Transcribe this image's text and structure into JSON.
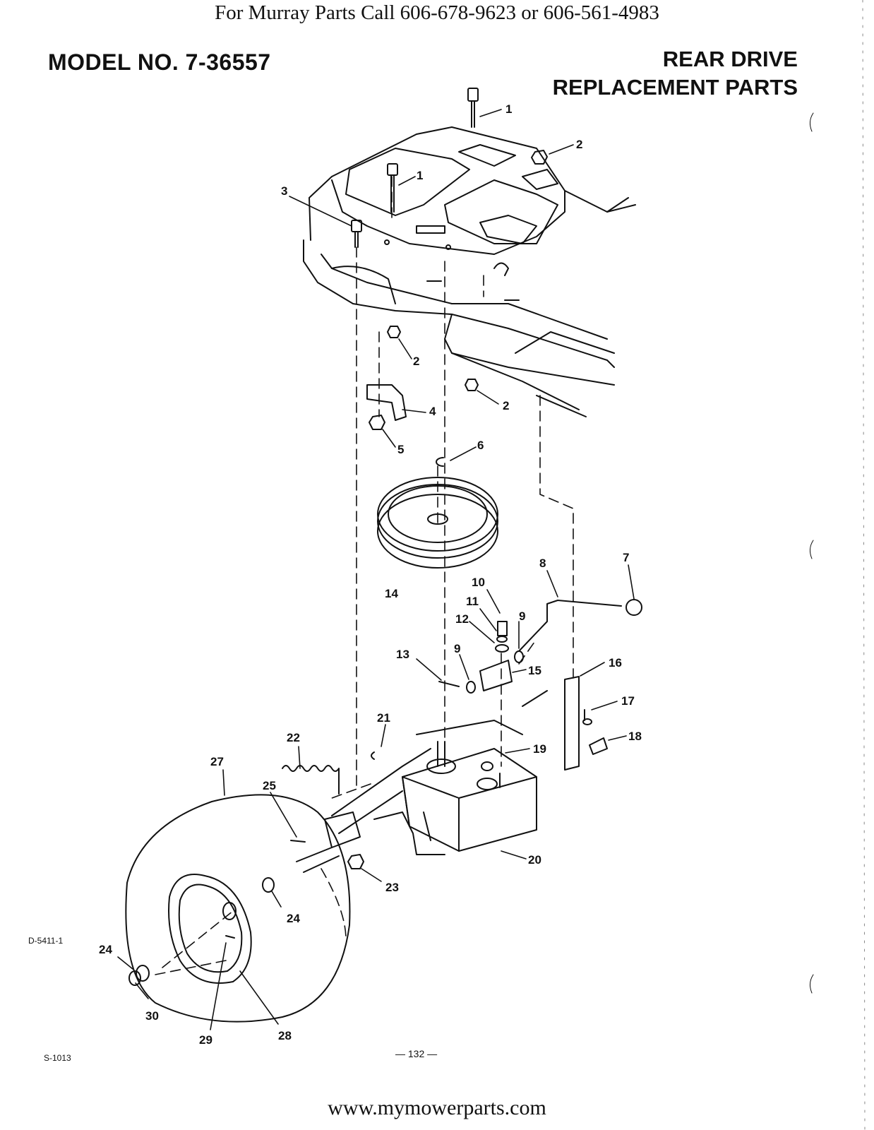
{
  "header": {
    "phone_note": "For Murray Parts Call 606-678-9623 or 606-561-4983",
    "model": "MODEL NO. 7-36557",
    "title_line1": "REAR DRIVE",
    "title_line2": "REPLACEMENT PARTS"
  },
  "codes": {
    "diagram_code": "D-5411-1",
    "sheet_code": "S-1013"
  },
  "page_number": "— 132 —",
  "footer_url": "www.mymowerparts.com",
  "part_callouts": [
    "1",
    "1",
    "2",
    "2",
    "2",
    "3",
    "4",
    "5",
    "6",
    "7",
    "8",
    "9",
    "9",
    "10",
    "11",
    "12",
    "13",
    "14",
    "15",
    "16",
    "17",
    "18",
    "19",
    "20",
    "21",
    "22",
    "23",
    "24",
    "24",
    "25",
    "27",
    "28",
    "29",
    "30"
  ],
  "colors": {
    "ink": "#111111",
    "paper": "#ffffff"
  }
}
